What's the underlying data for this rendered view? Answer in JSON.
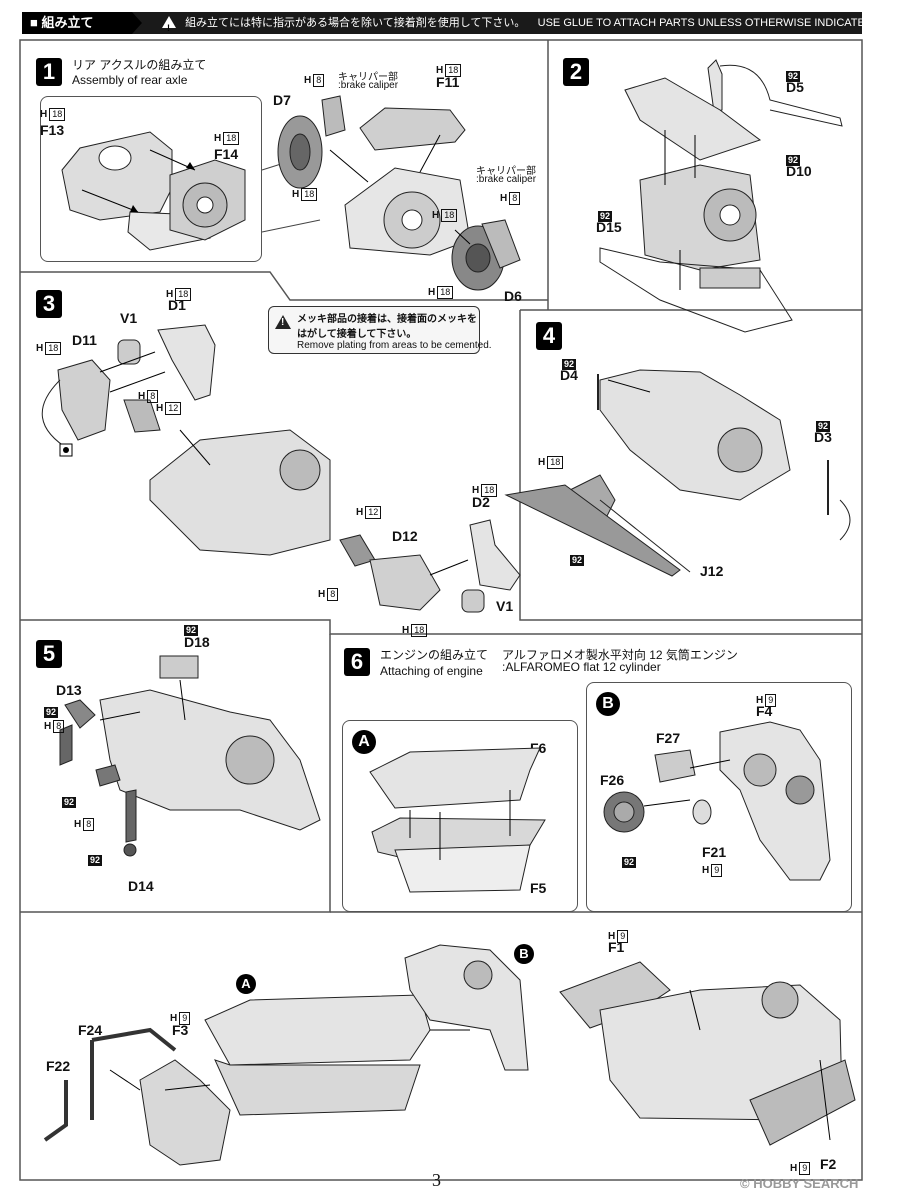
{
  "header": {
    "tab_label": "■ 組み立て",
    "notice_jp": "組み立てには特に指示がある場合を除いて接着剤を使用して下さい。",
    "notice_en": "USE GLUE TO ATTACH PARTS UNLESS OTHERWISE INDICATED."
  },
  "step1": {
    "num": "1",
    "title_jp": "リア アクスルの組み立て",
    "title_en": "Assembly of rear axle",
    "inset": {
      "h": "H",
      "h_num": "18",
      "f13": "F13",
      "f14": "F14",
      "h2": "H",
      "h2_num": "18"
    },
    "h8a": "H",
    "h8a_num": "8",
    "caliper_jp_a": "キャリパー部",
    "caliper_en_a": ":brake caliper",
    "d7": "D7",
    "h18a": "H",
    "h18a_num": "18",
    "f11": "F11",
    "h18b": "H",
    "h18b_num": "18",
    "caliper_jp_b": "キャリパー部",
    "caliper_en_b": ":brake caliper",
    "h8b": "H",
    "h8b_num": "8",
    "h18c": "H",
    "h18c_num": "18",
    "h18d": "H",
    "h18d_num": "18",
    "d6": "D6"
  },
  "step2": {
    "num": "2",
    "d5_tag": "92",
    "d5": "D5",
    "d10_tag": "92",
    "d10": "D10",
    "d15_tag": "92",
    "d15": "D15"
  },
  "step3": {
    "num": "3",
    "d1_h": "H",
    "d1_h_num": "18",
    "d1": "D1",
    "v1a": "V1",
    "d11_h": "H",
    "d11_h_num": "18",
    "d11": "D11",
    "h8": "H",
    "h8_num": "8",
    "h12": "H",
    "h12_num": "12",
    "h12b": "H",
    "h12b_num": "12",
    "d12": "D12",
    "h8c": "H",
    "h8c_num": "8",
    "h18e": "H",
    "h18e_num": "18",
    "d2_h": "H",
    "d2_h_num": "18",
    "d2": "D2",
    "v1b": "V1",
    "plating_jp_1": "メッキ部品の接着は、接着面のメッキを",
    "plating_jp_2": "はがして接着して下さい。",
    "plating_en": "Remove plating from areas to be cemented."
  },
  "step4": {
    "num": "4",
    "d4_tag": "92",
    "d4": "D4",
    "d3_tag": "92",
    "d3": "D3",
    "h18": "H",
    "h18_num": "18",
    "belt_tag": "92",
    "j12": "J12"
  },
  "step5": {
    "num": "5",
    "d18_tag": "92",
    "d18": "D18",
    "d13": "D13",
    "tag92a": "92",
    "h8a": "H",
    "h8a_num": "8",
    "tag92b": "92",
    "h8b": "H",
    "h8b_num": "8",
    "tag92c": "92",
    "d14": "D14"
  },
  "step6": {
    "num": "6",
    "title_jp": "エンジンの組み立て",
    "title_en": "Attaching of engine",
    "desc_jp": "アルファロメオ製水平対向 12 気筒エンジン",
    "desc_en": ":ALFAROMEO flat 12 cylinder",
    "subA": {
      "label": "A",
      "f6": "F6",
      "f5": "F5"
    },
    "subB": {
      "label": "B",
      "f4_h": "H",
      "f4_h_num": "9",
      "f4": "F4",
      "f27": "F27",
      "f26": "F26",
      "f21": "F21",
      "f21_h": "H",
      "f21_h_num": "9",
      "tag92": "92"
    }
  },
  "bottom": {
    "markA": "A",
    "markB": "B",
    "f3_h": "H",
    "f3_h_num": "9",
    "f3": "F3",
    "f24": "F24",
    "f22": "F22",
    "f1_h": "H",
    "f1_h_num": "9",
    "f1": "F1",
    "f2_h": "H",
    "f2_h_num": "9",
    "f2": "F2"
  },
  "footer": {
    "page": "3",
    "watermark": "© HOBBY SEARCH"
  }
}
